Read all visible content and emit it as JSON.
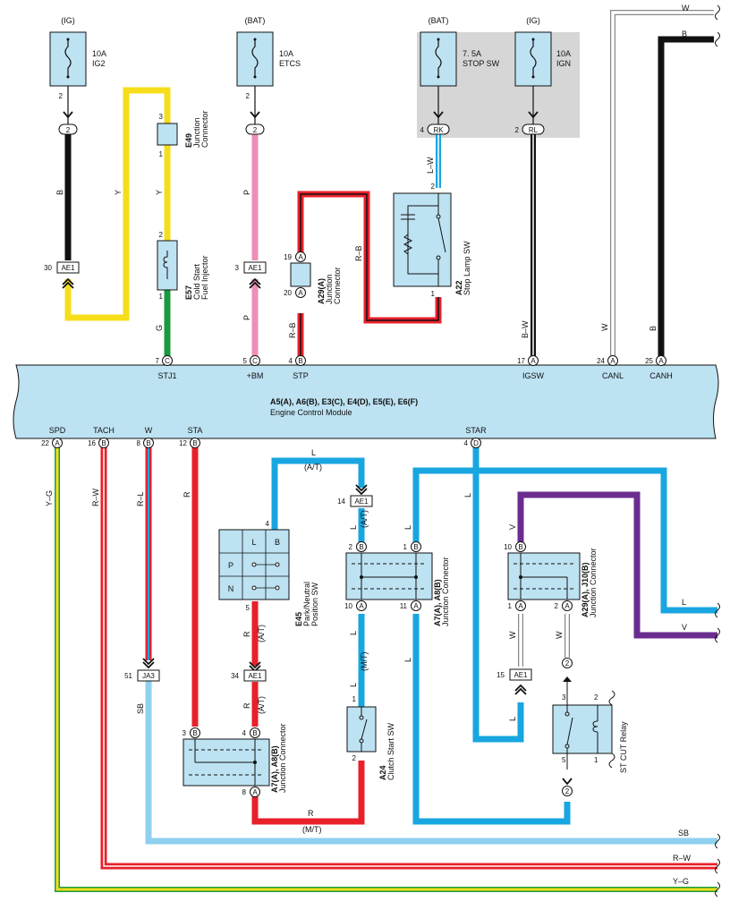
{
  "fuses": [
    {
      "src": "(IG)",
      "rating": "10A",
      "name": "IG2",
      "pin": "2",
      "conn": "2"
    },
    {
      "src": "(BAT)",
      "rating": "10A",
      "name": "ETCS",
      "pin": "2",
      "conn": "2"
    },
    {
      "src": "(BAT)",
      "rating": "7. 5A",
      "name": "STOP SW",
      "pin": "4",
      "conn": "RK"
    },
    {
      "src": "(IG)",
      "rating": "10A",
      "name": "IGN",
      "pin": "2",
      "conn": "RL"
    }
  ],
  "ecm": {
    "codes": "A5(A), A6(B), E3(C), E4(D), E5(E), E6(F)",
    "name": "Engine Control Module",
    "top_pins": [
      {
        "num": "7",
        "letter": "C",
        "label": "STJ1"
      },
      {
        "num": "5",
        "letter": "C",
        "label": "+BM"
      },
      {
        "num": "4",
        "letter": "B",
        "label": "STP"
      },
      {
        "num": "17",
        "letter": "A",
        "label": "IGSW"
      },
      {
        "num": "24",
        "letter": "A",
        "label": "CANL"
      },
      {
        "num": "25",
        "letter": "A",
        "label": "CANH"
      }
    ],
    "bottom_pins": [
      {
        "num": "22",
        "letter": "A",
        "label": "SPD"
      },
      {
        "num": "16",
        "letter": "B",
        "label": "TACH"
      },
      {
        "num": "8",
        "letter": "B",
        "label": "W"
      },
      {
        "num": "12",
        "letter": "B",
        "label": "STA"
      },
      {
        "num": "4",
        "letter": "D",
        "label": "STAR"
      }
    ]
  },
  "components": {
    "e49": {
      "code": "E49",
      "name1": "Junction",
      "name2": "Connector",
      "pin_top": "3",
      "pin_bot": "1"
    },
    "e57": {
      "code": "E57",
      "name1": "Cold Start",
      "name2": "Fuel Injector",
      "pin_top": "2",
      "pin_bot": "1"
    },
    "a29a": {
      "code": "A29(A)",
      "name1": "Junction",
      "name2": "Connector",
      "pin_top": "19",
      "pin_bot": "20",
      "letter": "A"
    },
    "a22": {
      "code": "A22",
      "name": "Stop Lamp SW",
      "pin_top": "2",
      "pin_bot": "1"
    },
    "e45": {
      "code": "E45",
      "name1": "Park/Neutral",
      "name2": "Position SW",
      "col_l": "L",
      "col_b": "B",
      "row_p": "P",
      "row_n": "N",
      "pin_top": "4",
      "pin_bot": "5"
    },
    "a7_center": {
      "code": "A7(A), A8(B)",
      "name": "Junction Connector",
      "p2": "2",
      "p1": "1",
      "p10": "10",
      "p11": "11",
      "lb": "B",
      "la": "A"
    },
    "a7_left": {
      "code": "A7(A), A8(B)",
      "name": "Junction Connector",
      "p3": "3",
      "p4": "4",
      "p8": "8",
      "lb": "B",
      "la": "A"
    },
    "a29_right": {
      "code": "A29(A), J10(B)",
      "name": "Junction Connector",
      "p10": "10",
      "p1": "1",
      "p2": "2",
      "lb": "B",
      "la": "A"
    },
    "a24": {
      "code": "A24",
      "name": "Clutch Start SW",
      "pin_top": "1",
      "pin_bot": "2"
    },
    "relay": {
      "name": "ST CUT Relay",
      "p3": "3",
      "p2": "2",
      "p5": "5",
      "p1": "1"
    }
  },
  "connectors": [
    {
      "num": "30",
      "name": "AE1"
    },
    {
      "num": "3",
      "name": "AE1"
    },
    {
      "num": "14",
      "name": "AE1"
    },
    {
      "num": "34",
      "name": "AE1"
    },
    {
      "num": "51",
      "name": "JA3"
    },
    {
      "num": "15",
      "name": "AE1"
    }
  ],
  "wire_labels": {
    "b": "B",
    "y": "Y",
    "y2": "Y",
    "g": "G",
    "p": "P",
    "p2": "P",
    "rb": "R–B",
    "rb2": "R–B",
    "lw": "L–W",
    "bw": "B–W",
    "w": "W",
    "b2": "B",
    "yg": "Y–G",
    "rw": "R–W",
    "rl": "R–L",
    "r": "R",
    "l": "L",
    "at": "(A/T)",
    "v": "V",
    "sb": "SB",
    "mt": "(M/T)",
    "two": "2"
  },
  "colors": {
    "yellow": "#f6dd1a",
    "black": "#111111",
    "pink": "#ee8eb8",
    "red": "#e8202a",
    "blue": "#18a6e0",
    "lightblue": "#8fd0ee",
    "green": "#1a9a40",
    "purple": "#6b2c8f",
    "box": "#bde2f2",
    "grey": "#d6d6d6"
  }
}
